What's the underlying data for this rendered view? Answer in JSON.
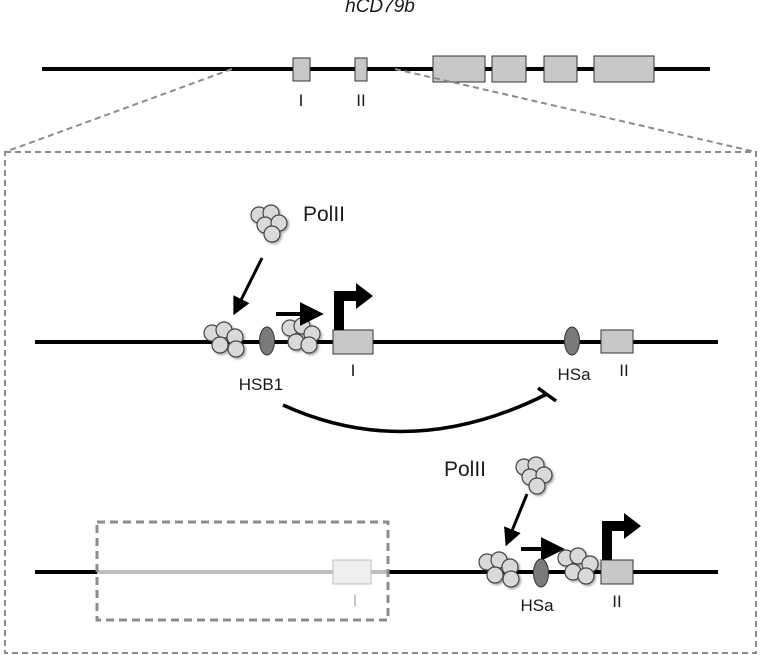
{
  "figure": {
    "gene_name": "hCD79b"
  },
  "gene_map": {
    "exon_labels": [
      "I",
      "II"
    ]
  },
  "panel_active_promoter_I": {
    "polymerase_label": "PolII",
    "enhancer_label": "HSB1",
    "exon_labels": [
      "I",
      "II"
    ],
    "silenced_element_label": "HSa"
  },
  "panel_active_promoter_II": {
    "polymerase_label": "PolII",
    "enhancer_label": "HSa",
    "deleted_exon_label": "I",
    "exon_label": "II"
  },
  "colors": {
    "line": "#000000",
    "exon_fill": "#c8c8c8",
    "hs_site_fill": "#7a7a7a",
    "polymerase_fill": "#d9d9d9",
    "zoom_dash": "#8c8c8c",
    "deleted_region": "#bdbdbd"
  }
}
